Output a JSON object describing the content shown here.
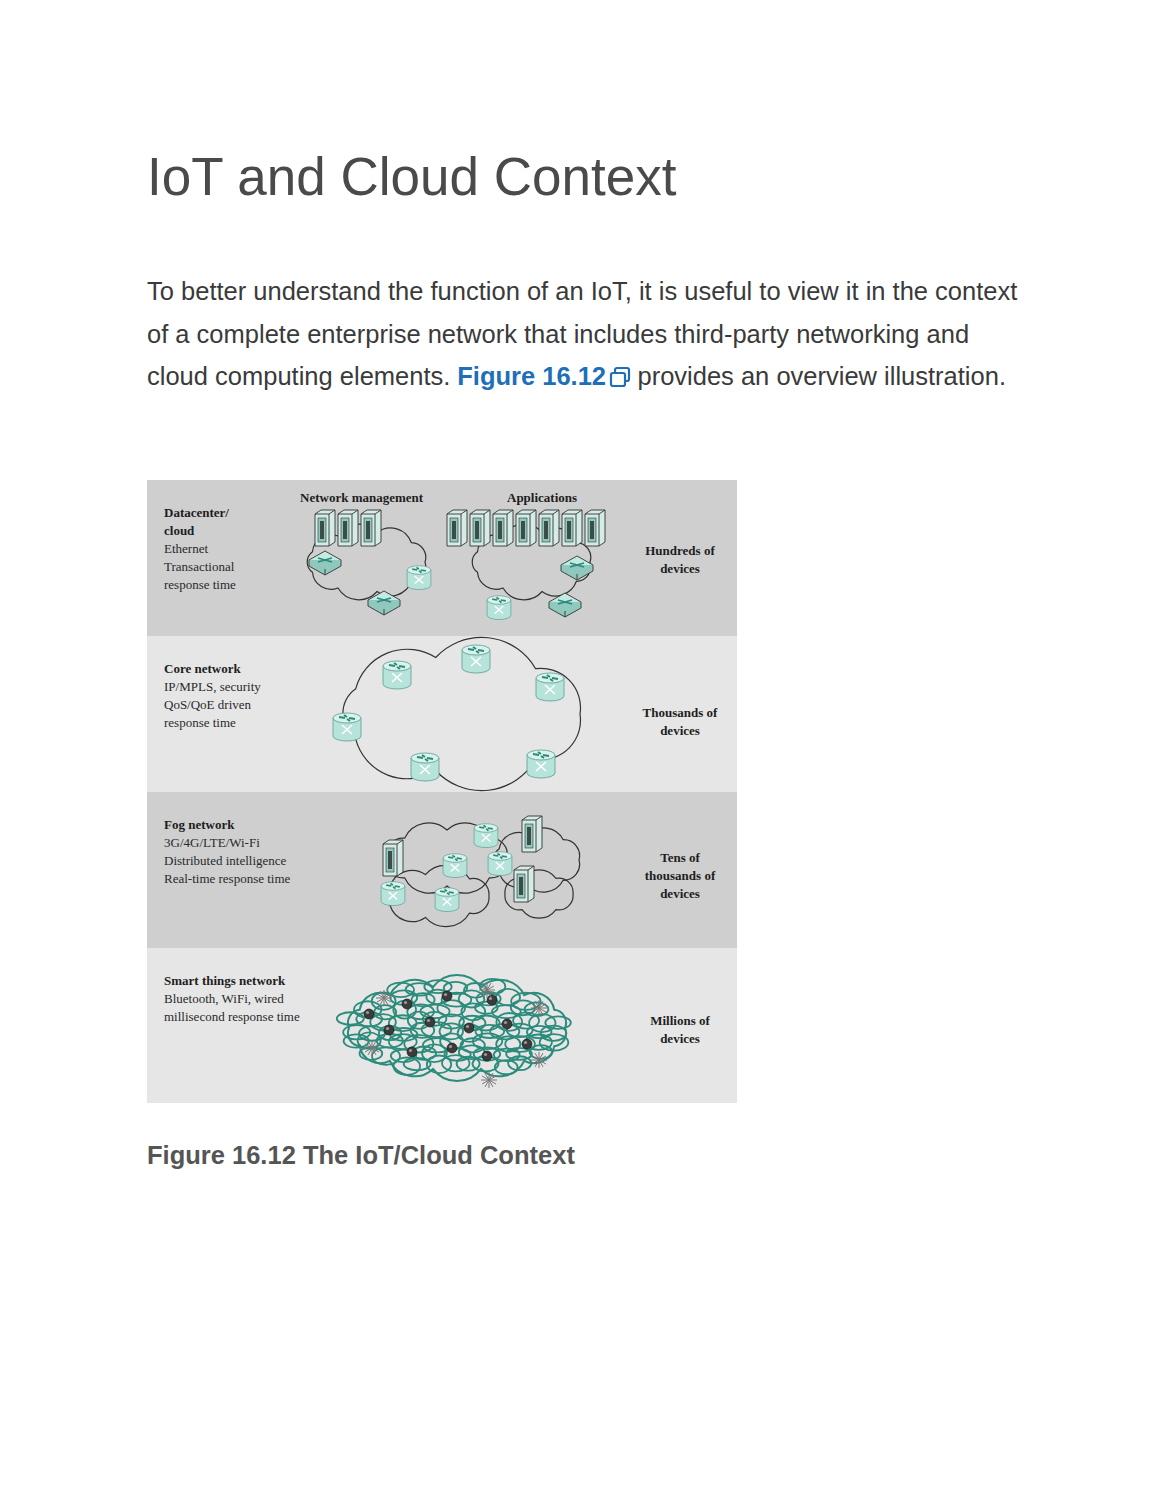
{
  "diagram": {
    "title": "IoT and Cloud Context",
    "caption": "Figure 16.12 The IoT/Cloud Context",
    "nodes": [
      {
        "text": [
          "Datacenter/ cloud",
          "Ethernet",
          "Transactional response time",
          "Hundreds of devices"
        ]
      },
      {
        "text": [
          "Core network",
          "IP/MPLS, security",
          "QoS/QoE driven response time",
          "Thousands of devices"
        ]
      },
      {
        "text": [
          "Fog network",
          "3G/4G/LTE/Wi-Fi",
          "Distributed intelligence",
          "Real-time response time",
          "Tens of thousands of devices"
        ]
      },
      {
        "text": [
          "Smart things network",
          "Bluetooth, WiFi, wired",
          "millisecond response time",
          "Millions of devices"
        ]
      }
    ],
    "labels": [
      "To better understand the function of an IoT, it is useful to view it in the context of a complete enterprise network that includes third-party networking and cloud computing elements.",
      "Figure 16.12",
      "provides an overview illustration.",
      "Network management",
      "Applications"
    ]
  }
}
